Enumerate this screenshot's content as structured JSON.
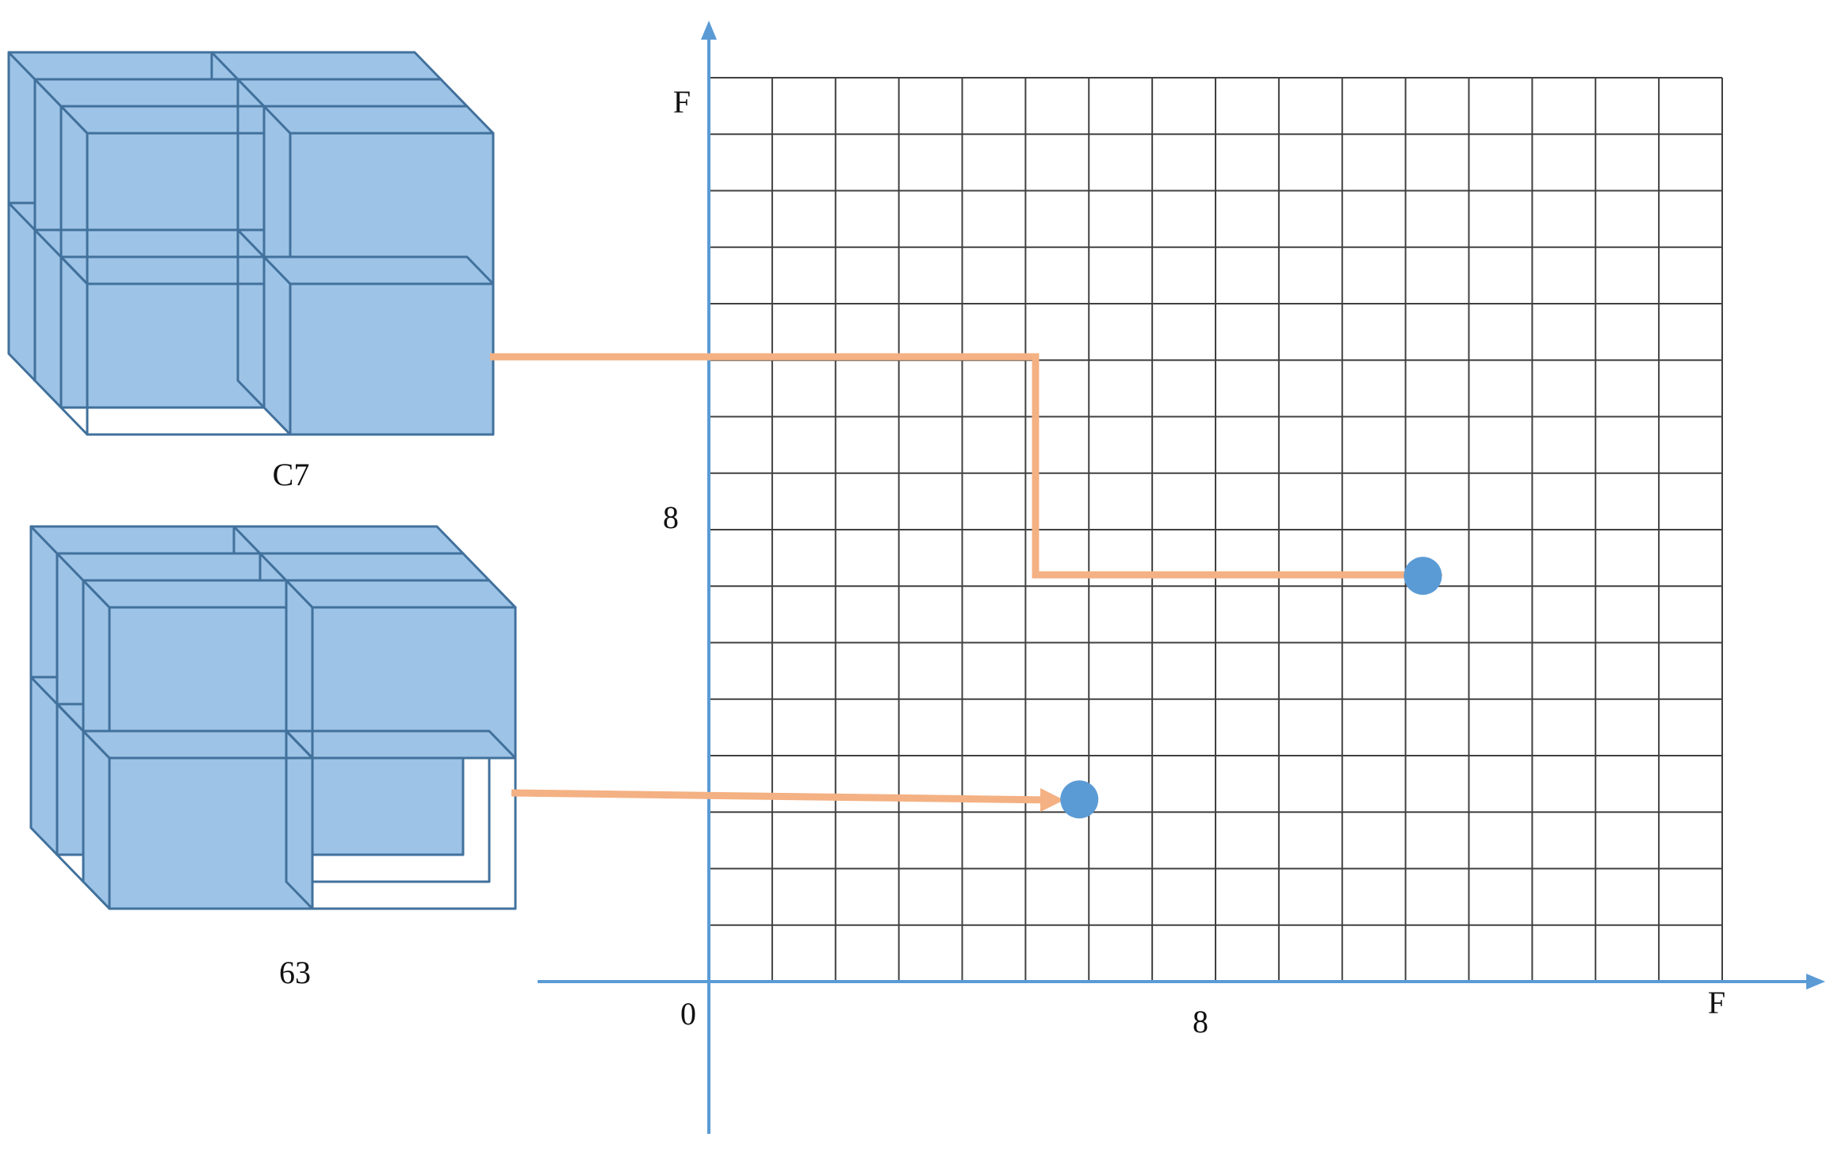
{
  "cubes": [
    {
      "label": "C7",
      "filled": [
        [
          0,
          0,
          0
        ],
        [
          1,
          0,
          0
        ],
        [
          0,
          1,
          0
        ],
        [
          1,
          1,
          0
        ],
        [
          0,
          0,
          1
        ],
        [
          1,
          0,
          1
        ],
        [
          0,
          1,
          1
        ],
        [
          1,
          1,
          1
        ],
        [
          1,
          0,
          2
        ],
        [
          1,
          1,
          2
        ]
      ]
    },
    {
      "label": "63",
      "filled": [
        [
          0,
          0,
          0
        ],
        [
          1,
          0,
          0
        ],
        [
          0,
          1,
          0
        ],
        [
          1,
          1,
          0
        ],
        [
          0,
          0,
          1
        ],
        [
          1,
          0,
          1
        ],
        [
          0,
          0,
          2
        ],
        [
          0,
          1,
          2
        ],
        [
          1,
          0,
          2
        ]
      ]
    }
  ],
  "grid": {
    "cells": 16,
    "x_labels": {
      "origin": "0",
      "mid": "8",
      "end": "F"
    },
    "y_labels": {
      "mid": "8",
      "end": "F"
    }
  },
  "mapped_points": [
    {
      "source": "C7",
      "x": 12,
      "y": 7
    },
    {
      "source": "63",
      "x": 6,
      "y": 3
    }
  ],
  "colors": {
    "cube_fill": "#9dc3e6",
    "cube_edge": "#41719c",
    "axis": "#5b9bd5",
    "grid": "#404040",
    "arrow": "#f4b183",
    "point": "#5b9bd5"
  }
}
